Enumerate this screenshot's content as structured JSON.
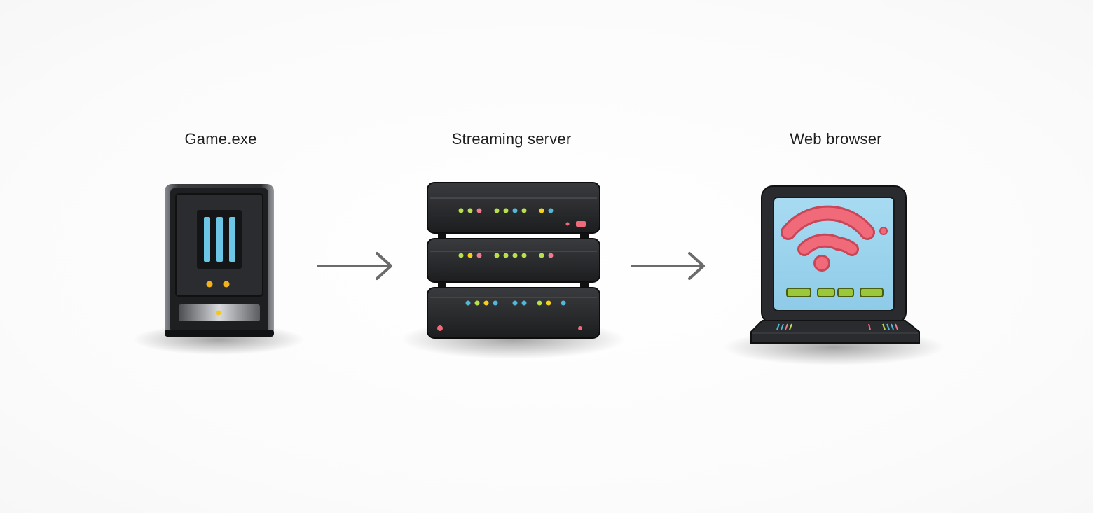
{
  "nodes": [
    {
      "id": "game",
      "label": "Game.exe",
      "icon": "game-box-icon"
    },
    {
      "id": "server",
      "label": "Streaming server",
      "icon": "server-rack-icon"
    },
    {
      "id": "browser",
      "label": "Web browser",
      "icon": "computer-monitor-icon"
    }
  ],
  "edges": [
    {
      "from": "game",
      "to": "server"
    },
    {
      "from": "server",
      "to": "browser"
    }
  ],
  "colors": {
    "label_text": "#1f1f1f",
    "arrow": "#6b6b6b",
    "device_body": "#1e1f21",
    "led_green": "#b8e04a",
    "led_blue": "#52b8d8",
    "led_pink": "#f07b8c",
    "led_yellow": "#f4b21a",
    "screen": "#9ed4ee",
    "wifi": "#f06a7a"
  }
}
